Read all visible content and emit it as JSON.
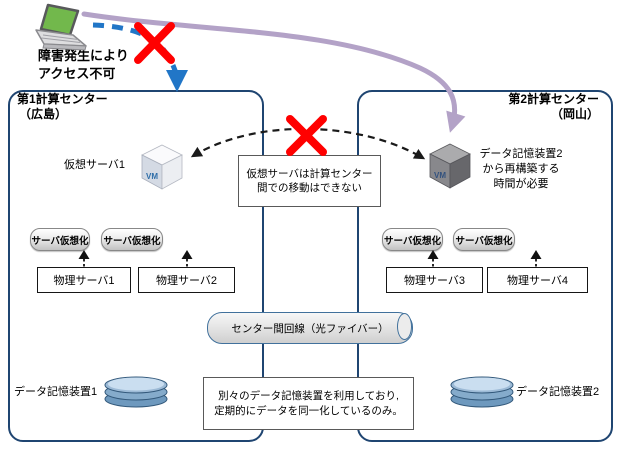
{
  "client": {
    "fail_note_line1": "障害発生により",
    "fail_note_line2": "アクセス不可"
  },
  "center1": {
    "title": "第1計算センター",
    "subtitle": "（広島）",
    "vm_label": "仮想サーバ1",
    "vm_badge": "VM",
    "virt_button1": "サーバ仮想化",
    "virt_button2": "サーバ仮想化",
    "physical_server1": "物理サーバ1",
    "physical_server2": "物理サーバ2",
    "storage_label": "データ記憶装置1"
  },
  "center2": {
    "title": "第2計算センター",
    "subtitle": "（岡山）",
    "vm_badge": "VM",
    "rebuild_note_line1": "データ記憶装置2",
    "rebuild_note_line2": "から再構築する",
    "rebuild_note_line3": "時間が必要",
    "virt_button1": "サーバ仮想化",
    "virt_button2": "サーバ仮想化",
    "physical_server1": "物理サーバ3",
    "physical_server2": "物理サーバ4",
    "storage_label": "データ記憶装置2"
  },
  "notes": {
    "vm_move_line1": "仮想サーバは計算センター",
    "vm_move_line2": "間での移動はできない",
    "sync_line1": "別々のデータ記憶装置を利用しており,",
    "sync_line2": "定期的にデータを同一化しているのみ。"
  },
  "interconnect": {
    "label": "センター間回線（光ファイバー）"
  },
  "colors": {
    "box_border": "#1F4571",
    "purple_arrow": "#B3A2C7",
    "blue_arrow": "#2176C7",
    "red_x": "#FF0000",
    "black_arrow": "#1A1A1A",
    "cylinder_border": "#41719C"
  }
}
